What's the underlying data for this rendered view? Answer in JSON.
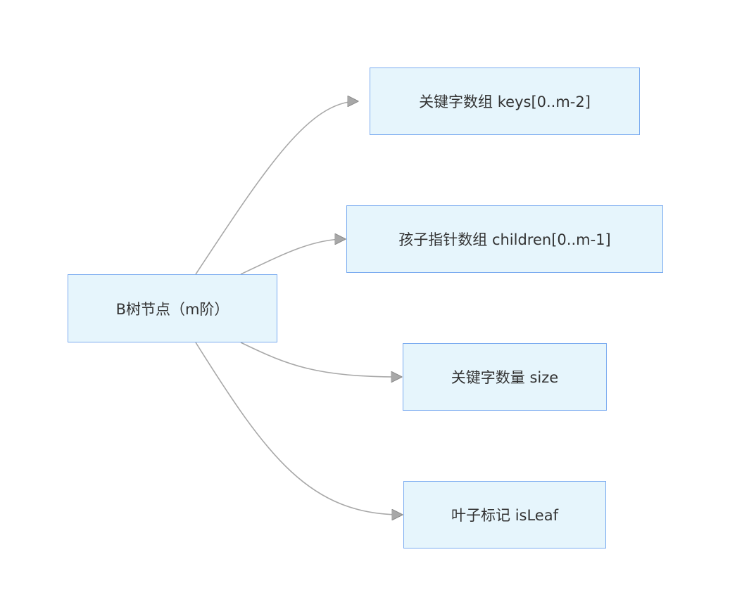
{
  "diagram": {
    "root": {
      "label": "B树节点（m阶）"
    },
    "children": [
      {
        "label": "关键字数组 keys[0..m-2]"
      },
      {
        "label": "孩子指针数组 children[0..m-1]"
      },
      {
        "label": "关键字数量 size"
      },
      {
        "label": "叶子标记 isLeaf"
      }
    ]
  },
  "colors": {
    "node_fill": "#e6f5fc",
    "node_border": "#7aabf0",
    "edge": "#a8a8a8",
    "text": "#333333"
  }
}
